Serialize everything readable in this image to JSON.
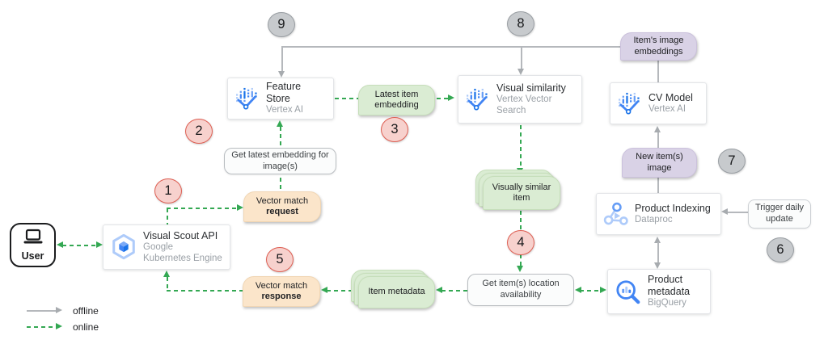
{
  "diagram": {
    "steps": {
      "n1": "1",
      "n2": "2",
      "n3": "3",
      "n4": "4",
      "n5": "5",
      "n6": "6",
      "n7": "7",
      "n8": "8",
      "n9": "9"
    },
    "user": {
      "label": "User"
    },
    "services": {
      "visual_scout_api": {
        "title": "Visual Scout API",
        "subtitle": "Google Kubernetes Engine"
      },
      "feature_store": {
        "title": "Feature Store",
        "subtitle": "Vertex AI"
      },
      "visual_similarity": {
        "title": "Visual similarity",
        "subtitle": "Vertex Vector Search"
      },
      "cv_model": {
        "title": "CV Model",
        "subtitle": "Vertex AI"
      },
      "product_indexing": {
        "title": "Product Indexing",
        "subtitle": "Dataproc"
      },
      "product_metadata": {
        "title": "Product metadata",
        "subtitle": "BigQuery"
      }
    },
    "data_labels": {
      "items_image_embeddings": "Item's image embeddings",
      "latest_item_embedding": "Latest item embedding",
      "new_items_image": "New item(s) image",
      "visually_similar_item": "Visually similar item",
      "item_metadata": "Item metadata"
    },
    "messages": {
      "vector_match_request": {
        "line1": "Vector match",
        "line2": "request"
      },
      "vector_match_response": {
        "line1": "Vector match",
        "line2": "response"
      }
    },
    "processes": {
      "get_latest_embedding": "Get latest embedding for image(s)",
      "get_item_location": "Get item(s) location availability",
      "trigger_daily_update": "Trigger daily update"
    },
    "legend": {
      "offline": "offline",
      "online": "online"
    },
    "colors": {
      "online_green": "#34a853",
      "offline_gray": "#a7abaf",
      "step_red_fill": "#f7d1cd",
      "step_red_border": "#df5f53",
      "step_gray_fill": "#c7cacd",
      "step_gray_border": "#999ea3",
      "label_green": "#daecd3",
      "label_purple": "#d9d2e6",
      "label_orange": "#fbe5ca",
      "google_blue": "#4285f4"
    }
  }
}
